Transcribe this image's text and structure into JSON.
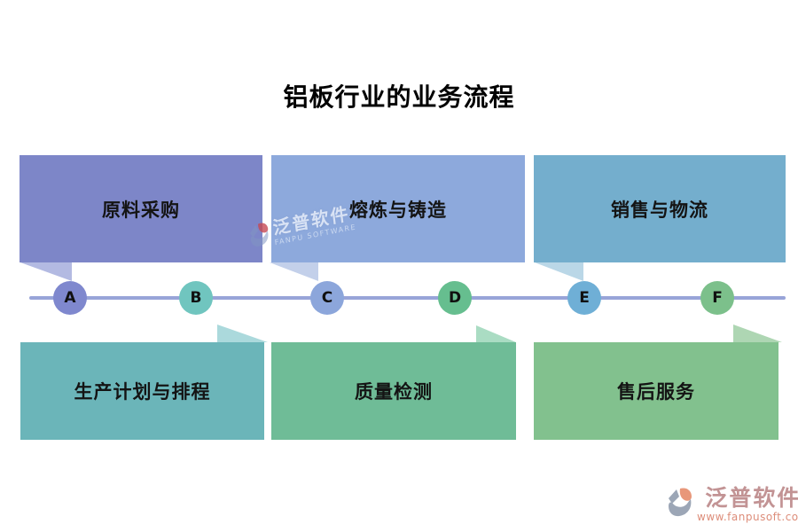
{
  "title": "铝板行业的业务流程",
  "timeline": {
    "line_color": "#98a4d8"
  },
  "stages": [
    {
      "letter": "A",
      "label": "原料采购",
      "side": "top",
      "box_color": "#7d86c8",
      "tail_color": "#b3bae2",
      "dot_color": "#7f88ce"
    },
    {
      "letter": "B",
      "label": "生产计划与排程",
      "side": "bottom",
      "box_color": "#6bb5b9",
      "tail_color": "#abd9dc",
      "dot_color": "#70c5bf"
    },
    {
      "letter": "C",
      "label": "熔炼与铸造",
      "side": "top",
      "box_color": "#8da9dc",
      "tail_color": "#c3d0ea",
      "dot_color": "#8ca6db"
    },
    {
      "letter": "D",
      "label": "质量检测",
      "side": "bottom",
      "box_color": "#6fbc97",
      "tail_color": "#aadcc3",
      "dot_color": "#66be8f"
    },
    {
      "letter": "E",
      "label": "销售与物流",
      "side": "top",
      "box_color": "#74aecd",
      "tail_color": "#bad7e7",
      "dot_color": "#6fafd6"
    },
    {
      "letter": "F",
      "label": "售后服务",
      "side": "bottom",
      "box_color": "#82c18e",
      "tail_color": "#aed6b3",
      "dot_color": "#7cc08b"
    }
  ],
  "watermark": {
    "brand": "泛普软件",
    "sub": "FANPU SOFTWARE"
  },
  "footer": {
    "brand": "泛普软件",
    "url": "www.fanpusoft.com",
    "brand_color": "#c29394",
    "url_color": "#dd8d7a"
  }
}
